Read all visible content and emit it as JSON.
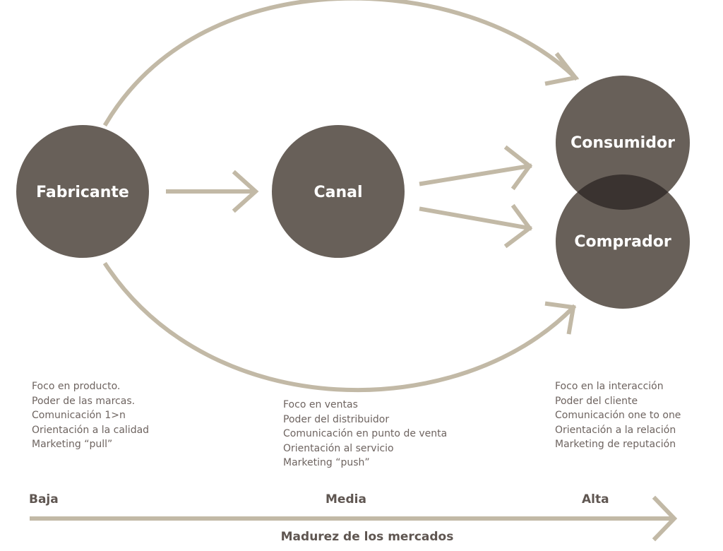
{
  "colors": {
    "node": "#686059",
    "overlap": "#3a3330",
    "arrow": "#c2b9a6",
    "text": "#6e6460"
  },
  "nodes": {
    "fabricante": "Fabricante",
    "canal": "Canal",
    "consumidor": "Consumidor",
    "comprador": "Comprador"
  },
  "descriptions": {
    "fabricante": [
      "Foco en producto.",
      "Poder de las marcas.",
      "Comunicación 1>n",
      "Orientación a la calidad",
      "Marketing “pull”"
    ],
    "canal": [
      "Foco en ventas",
      "Poder del distribuidor",
      "Comunicación en punto de venta",
      "Orientación al servicio",
      "Marketing “push”"
    ],
    "cliente": [
      "Foco en la interacción",
      "Poder del cliente",
      "Comunicación one to one",
      "Orientación a la relación",
      "Marketing de reputación"
    ]
  },
  "axis": {
    "levels": [
      "Baja",
      "Media",
      "Alta"
    ],
    "title": "Madurez de los mercados"
  }
}
